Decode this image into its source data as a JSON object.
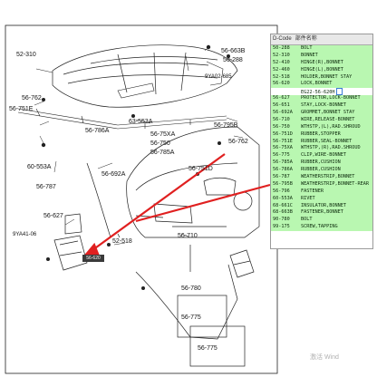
{
  "diagram": {
    "labels": {
      "l_56_663b": "56-663B",
      "l_56_288": "56-288",
      "l_56_310": "52-310",
      "l_9ya02": "9YA02-685",
      "l_56_762_a": "56-762",
      "l_56_751e": "56-751E",
      "l_56_786a": "56-786A",
      "l_63_553a": "63-553A",
      "l_56_75xa": "56-75XA",
      "l_56_750": "56-750",
      "l_56_785a": "56-785A",
      "l_56_795b": "56-795B",
      "l_56_762_b": "56-762",
      "l_60_553a": "60-553A",
      "l_56_787": "56-787",
      "l_56_692a": "56-692A",
      "l_56_751d": "56-751D",
      "l_56_627": "56-627",
      "l_9ya41": "9YA41-06",
      "l_52_518": "52-518",
      "l_56_710": "56-710",
      "l_56_780": "56-780",
      "l_56_775_a": "56-775",
      "l_56_775_b": "56-775",
      "l_56_620_tag": "56-620"
    }
  },
  "parts_table": {
    "header": [
      "D-Code",
      "部件名称"
    ],
    "rows": [
      {
        "code": "50-288",
        "name": "BOLT",
        "style": "g"
      },
      {
        "code": "52-310",
        "name": "BONNET",
        "style": "g"
      },
      {
        "code": "52-410",
        "name": "HINGE(R),BONNET",
        "style": "g"
      },
      {
        "code": "52-460",
        "name": "HINGE(L),BONNET",
        "style": "g"
      },
      {
        "code": "52-518",
        "name": "HOLDER,BONNET STAY",
        "style": "g"
      },
      {
        "code": "56-620",
        "name": "LOCK,BONNET",
        "style": "g"
      },
      {
        "code": "",
        "name": "EG22-56-620H",
        "style": "sel"
      },
      {
        "code": "56-627",
        "name": "PROTECTOR,LOCK-BONNET",
        "style": "g"
      },
      {
        "code": "56-651",
        "name": "STAY,LOCK-BONNET",
        "style": "g"
      },
      {
        "code": "56-692A",
        "name": "GROMMET,BONNET STAY",
        "style": "g"
      },
      {
        "code": "56-710",
        "name": "WIRE,RELEASE-BONNET",
        "style": "g"
      },
      {
        "code": "56-750",
        "name": "WTHSTP,(L),RAD.SHROUD",
        "style": "g"
      },
      {
        "code": "56-751D",
        "name": "RUBBER,STOPPER",
        "style": "g"
      },
      {
        "code": "56-751E",
        "name": "RUBBER,SEAL-BONNET",
        "style": "g"
      },
      {
        "code": "56-75XA",
        "name": "WTHSTP,(R),RAD.SHROUD",
        "style": "g"
      },
      {
        "code": "56-775",
        "name": "CLIP,WIRE-BONNET",
        "style": "g"
      },
      {
        "code": "56-785A",
        "name": "RUBBER,CUSHION",
        "style": "g"
      },
      {
        "code": "56-786A",
        "name": "RUBBER,CUSHION",
        "style": "g"
      },
      {
        "code": "56-787",
        "name": "WEATHERSTRIP,BONNET",
        "style": "g"
      },
      {
        "code": "56-795B",
        "name": "WEATHERSTRIP,BONNET-REAR",
        "style": "g"
      },
      {
        "code": "56-796",
        "name": "FASTENER",
        "style": "g"
      },
      {
        "code": "60-553A",
        "name": "RIVET",
        "style": "g"
      },
      {
        "code": "68-661C",
        "name": "INSULATOR,BONNET",
        "style": "g"
      },
      {
        "code": "68-663B",
        "name": "FASTENER,BONNET",
        "style": "g"
      },
      {
        "code": "90-780",
        "name": "BOLT",
        "style": "g"
      },
      {
        "code": "99-175",
        "name": "SCREW,TAPPING",
        "style": "g"
      }
    ]
  },
  "watermark": "激活 Wind",
  "colors": {
    "highlight_green": "#b9f7b1",
    "arrow_red": "#e02020"
  }
}
